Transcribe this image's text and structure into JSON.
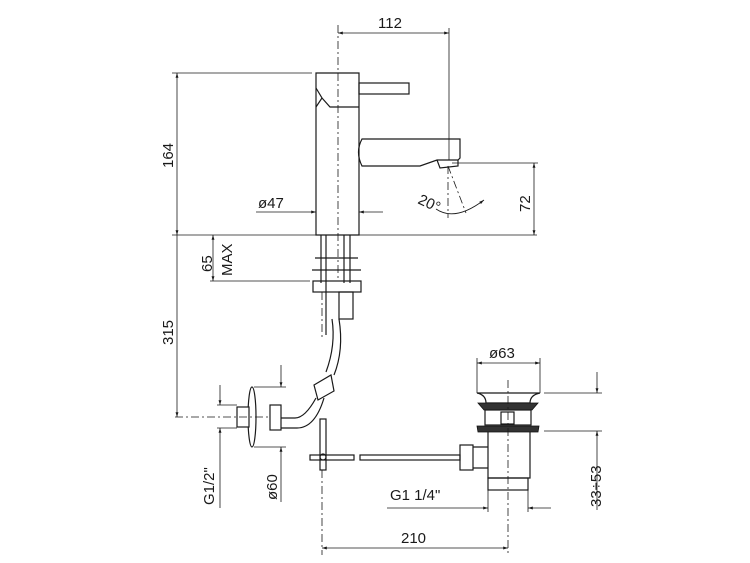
{
  "dimensions": {
    "width_112": "112",
    "height_164": "164",
    "spout_height_72": "72",
    "body_diameter": "ø47",
    "spout_angle": "20°",
    "deck_thickness": "65",
    "deck_max": "MAX",
    "supply_length_315": "315",
    "supply_thread": "G1/2\"",
    "rosette_diameter": "ø60",
    "drain_diameter": "ø63",
    "drain_range": "33÷53",
    "drain_thread": "G1  1/4\"",
    "rod_length_210": "210"
  },
  "colors": {
    "line": "#1a1a1a",
    "hatch": "#333333"
  }
}
